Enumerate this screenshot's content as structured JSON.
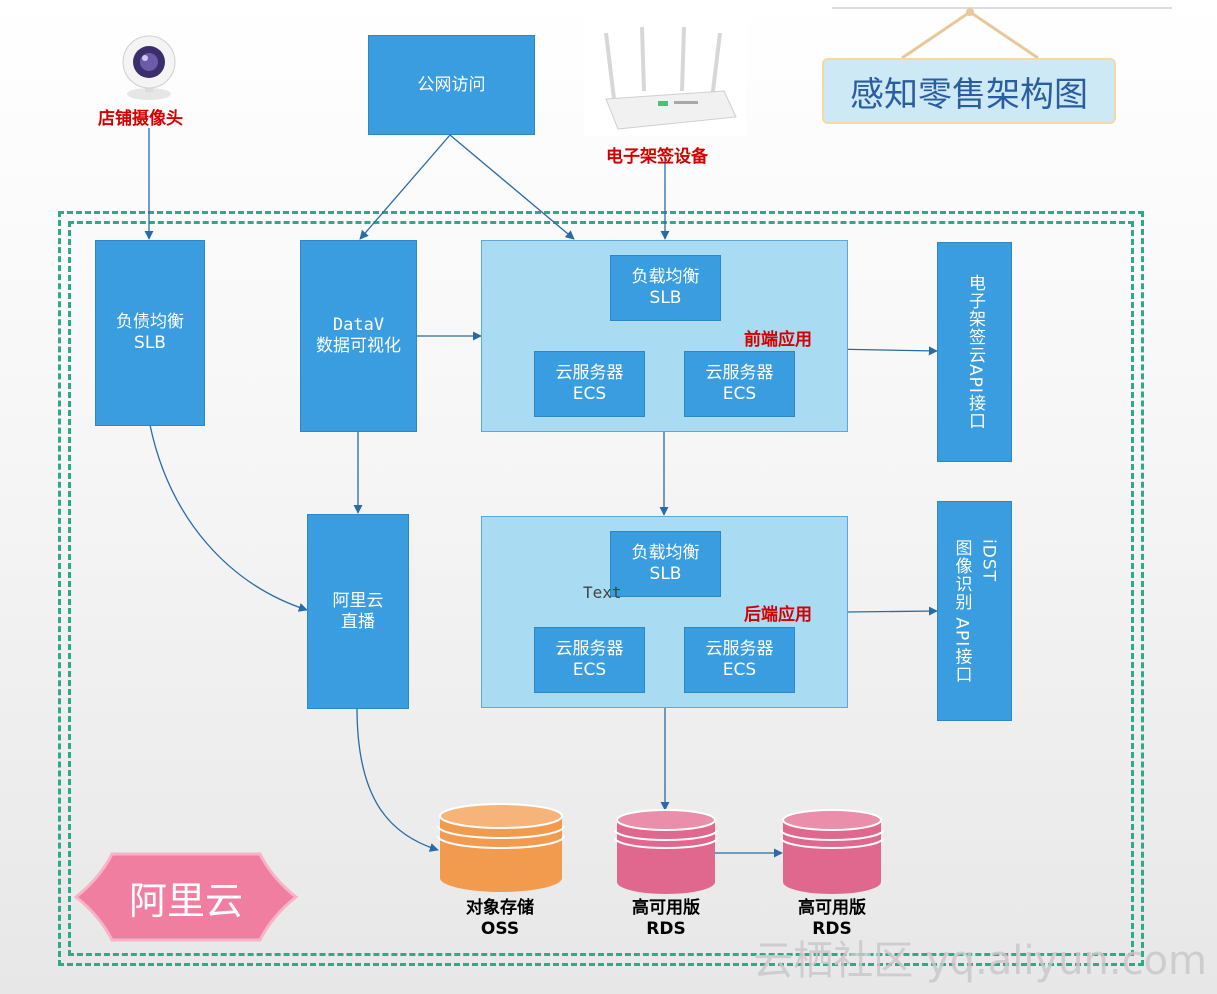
{
  "title": "感知零售架构图",
  "camera": {
    "label": "店铺摄像头"
  },
  "public_access": {
    "label": "公网访问"
  },
  "shelf_device": {
    "label": "电子架签设备"
  },
  "slb_left": {
    "line1": "负债均衡",
    "line2": "SLB"
  },
  "datav": {
    "line1": "DataV",
    "line2": "数据可视化"
  },
  "frontend": {
    "label": "前端应用",
    "slb": {
      "line1": "负载均衡",
      "line2": "SLB"
    },
    "ecs1": {
      "line1": "云服务器",
      "line2": "ECS"
    },
    "ecs2": {
      "line1": "云服务器",
      "line2": "ECS"
    }
  },
  "backend": {
    "label": "后端应用",
    "slb": {
      "line1": "负载均衡",
      "line2": "SLB"
    },
    "ecs1": {
      "line1": "云服务器",
      "line2": "ECS"
    },
    "ecs2": {
      "line1": "云服务器",
      "line2": "ECS"
    },
    "placeholder_text": "Text"
  },
  "shelf_api": {
    "label": "电子架签云API接口"
  },
  "idst_api": {
    "line1": "iDST",
    "line2": "图像识别 API接口"
  },
  "aliyun_live": {
    "line1": "阿里云",
    "line2": "直播"
  },
  "oss": {
    "line1": "对象存储",
    "line2": "OSS"
  },
  "rds1": {
    "line1": "高可用版",
    "line2": "RDS"
  },
  "rds2": {
    "line1": "高可用版",
    "line2": "RDS"
  },
  "aliyun_badge": "阿里云",
  "watermark": "云栖社区 yq.aliyun.com",
  "colors": {
    "primary_blue": "#3a9ddf",
    "group_bg": "#a9dcf3",
    "dashed_border": "#2eaa8a",
    "label_red": "#d40000",
    "oss_orange": "#f29b4e",
    "rds_pink": "#e0688e",
    "badge_pink": "#f07ea0"
  },
  "icons": [
    "webcam-icon",
    "router-icon"
  ]
}
